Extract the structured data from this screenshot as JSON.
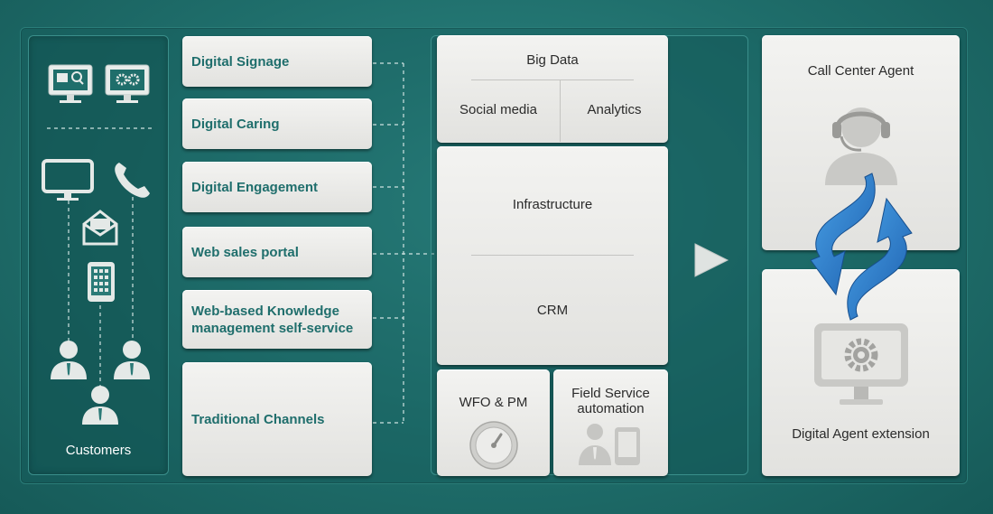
{
  "customers": {
    "label": "Customers"
  },
  "channels": [
    {
      "label": "Digital Signage"
    },
    {
      "label": "Digital Caring"
    },
    {
      "label": "Digital Engagement"
    },
    {
      "label": "Web sales portal"
    },
    {
      "label": "Web-based Knowledge management self-service"
    },
    {
      "label": "Traditional Channels"
    }
  ],
  "platform": {
    "big_data": "Big Data",
    "social_media": "Social media",
    "analytics": "Analytics",
    "infrastructure": "Infrastructure",
    "crm": "CRM",
    "wfo_pm": "WFO & PM",
    "field_service": "Field Service automation"
  },
  "agents": {
    "call_center": "Call Center Agent",
    "digital_agent": "Digital Agent extension"
  },
  "colors": {
    "background": "#1f6e6b",
    "channel_text": "#1f6e6c",
    "arrow_blue": "#2a78c8"
  },
  "icons": [
    "kiosk-screen-icon",
    "settings-screen-icon",
    "monitor-icon",
    "phone-icon",
    "envelope-icon",
    "tablet-icon",
    "person-icon",
    "gauge-icon",
    "agent-device-icon",
    "headset-agent-icon",
    "gear-monitor-icon",
    "cycle-arrows-icon",
    "play-arrow-icon"
  ]
}
